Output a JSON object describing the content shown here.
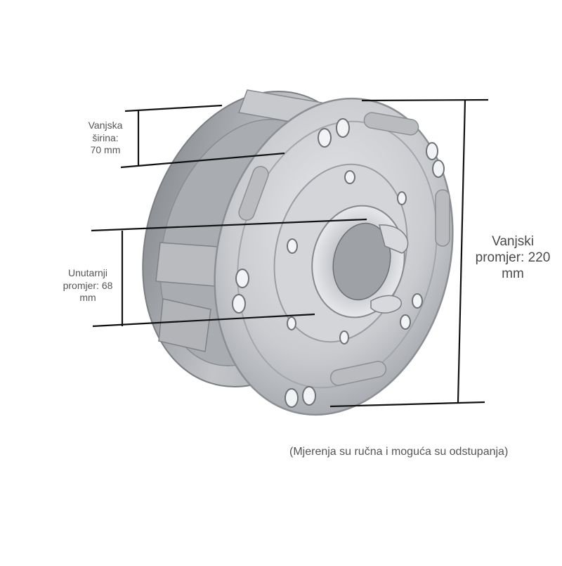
{
  "image": {
    "subject": "spring-reel-icon",
    "colors": {
      "background": "#ffffff",
      "metal_light": "#d9dadd",
      "metal_mid": "#b4b6ba",
      "metal_dark": "#7e8187",
      "dimension_line": "#111111",
      "label_text": "#555555"
    }
  },
  "dimensions": {
    "outer_width": {
      "line1": "Vanjska",
      "line2": "širina:",
      "line3": "70 mm"
    },
    "inner_diameter": {
      "line1": "Unutarnji",
      "line2": "promjer: 68",
      "line3": "mm"
    },
    "outer_diameter": {
      "line1": "Vanjski",
      "line2": "promjer: 220",
      "line3": "mm"
    }
  },
  "note": "(Mjerenja su ručna i moguća su odstupanja)"
}
